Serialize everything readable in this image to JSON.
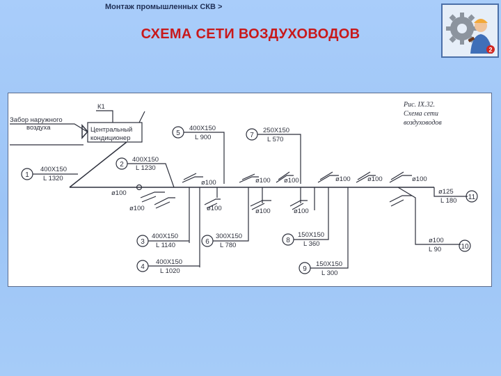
{
  "header": {
    "breadcrumb": "Монтаж промышленных СКВ >",
    "title": "СХЕМА СЕТИ ВОЗДУХОВОДОВ",
    "logo_icon": "gear-worker-logo-icon",
    "logo_badge": "2"
  },
  "figure": {
    "caption_line1": "Рис. IX.32.",
    "caption_line2": "Схема сети",
    "caption_line3": "воздуховодов",
    "intake_line1": "Забор наружного",
    "intake_line2": "воздуха",
    "k1": "К1",
    "unit_line1": "Центральный",
    "unit_line2": "кондиционер",
    "sections": [
      {
        "num": "1",
        "size": "400Х150",
        "length": "L 1320"
      },
      {
        "num": "2",
        "size": "400Х150",
        "length": "L 1230"
      },
      {
        "num": "3",
        "size": "400Х150",
        "length": "L 1140"
      },
      {
        "num": "4",
        "size": "400Х150",
        "length": "L 1020"
      },
      {
        "num": "5",
        "size": "400Х150",
        "length": "L 900"
      },
      {
        "num": "6",
        "size": "300Х150",
        "length": "L 780"
      },
      {
        "num": "7",
        "size": "250Х150",
        "length": "L 570"
      },
      {
        "num": "8",
        "size": "150Х150",
        "length": "L 360"
      },
      {
        "num": "9",
        "size": "150Х150",
        "length": "L 300"
      },
      {
        "num": "10",
        "size": "ø100",
        "length": "L 90"
      },
      {
        "num": "11",
        "size": "ø125",
        "length": "L 180"
      }
    ],
    "diameter_label": "ø100"
  },
  "colors": {
    "title": "#c8191b",
    "background": "#a9cdfa",
    "line": "#2c2f3b"
  }
}
